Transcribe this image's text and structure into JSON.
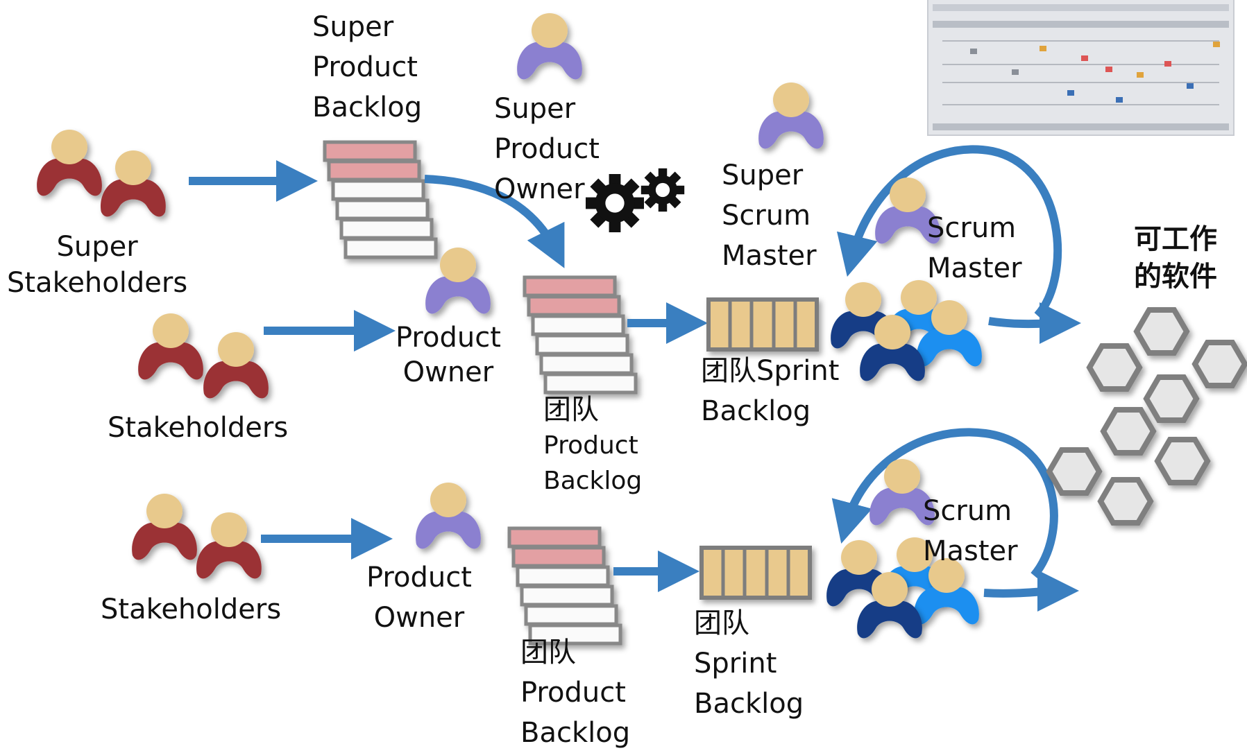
{
  "labels": {
    "super_product_backlog": [
      "Super",
      "Product",
      "Backlog"
    ],
    "super_product_owner": [
      "Super",
      "Product",
      "Owner"
    ],
    "super_stakeholders": [
      "Super",
      "Stakeholders"
    ],
    "super_scrum_master": [
      "Super",
      "Scrum",
      "Master"
    ],
    "scrum_master_top": [
      "Scrum",
      "Master"
    ],
    "working_software": [
      "可工作",
      "的软件"
    ],
    "product_owner_mid": [
      "Product",
      "Owner"
    ],
    "stakeholders_mid": "Stakeholders",
    "team_product_backlog_mid": [
      "团队",
      "Product",
      "Backlog"
    ],
    "team_sprint_backlog_mid": [
      "团队Sprint",
      "Backlog"
    ],
    "stakeholders_bottom": "Stakeholders",
    "product_owner_bottom": [
      "Product",
      "Owner"
    ],
    "team_product_backlog_bottom": [
      "团队",
      "Product",
      "Backlog"
    ],
    "team_sprint_backlog_bottom": [
      "团队",
      "Sprint",
      "Backlog"
    ],
    "scrum_master_bottom": [
      "Scrum",
      "Master"
    ]
  },
  "icons": {
    "gears": "gears-icon",
    "framework_thumbnail": "safe-framework-thumbnail"
  },
  "colors": {
    "arrow_blue": "#3a7fc0",
    "stakeholder_red": "#9b3034",
    "owner_purple": "#8b80d0",
    "head_tan": "#e8c98c",
    "team_navy": "#123e86",
    "team_blue": "#1f8ff0",
    "backlog_pink": "#e3a0a3",
    "sprint_tan": "#e9c98d",
    "hex_gray": "#7f7f7f"
  }
}
